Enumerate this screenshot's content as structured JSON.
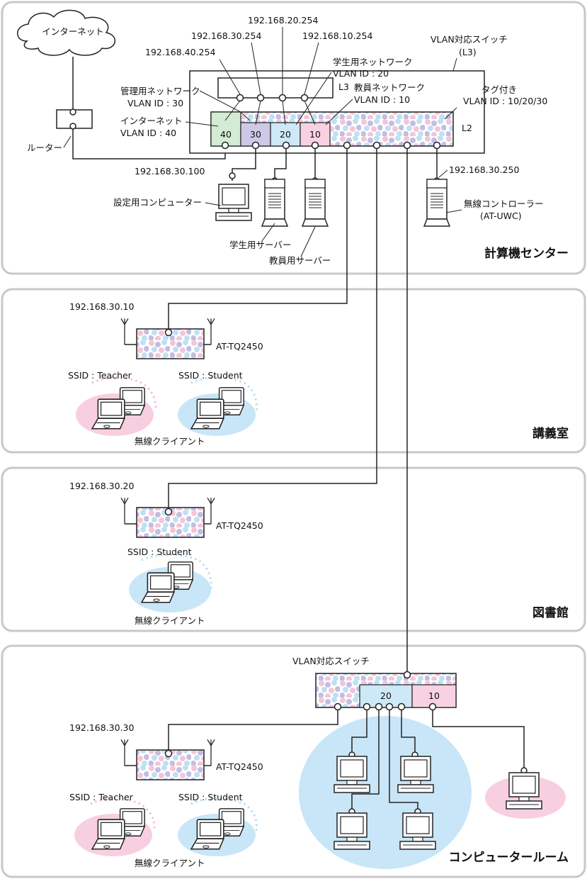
{
  "rooms": {
    "center": "計算機センター",
    "lecture": "講義室",
    "library": "図書館",
    "computer_room": "コンピュータールーム"
  },
  "center": {
    "internet": "インターネット",
    "router": "ルーター",
    "l3_switch_title": "VLAN対応スイッチ",
    "l3_switch_subtitle": "(L3)",
    "l3_label": "L3",
    "l2_label": "L2",
    "ip_40": "192.168.40.254",
    "ip_30": "192.168.30.254",
    "ip_20": "192.168.20.254",
    "ip_10": "192.168.10.254",
    "mgmt_net": "管理用ネットワーク",
    "mgmt_vlan": "VLAN ID : 30",
    "inet_net": "インターネット",
    "inet_vlan": "VLAN ID : 40",
    "student_net": "学生用ネットワーク",
    "student_vlan": "VLAN ID : 20",
    "teacher_net": "教員ネットワーク",
    "teacher_vlan": "VLAN ID : 10",
    "tagged": "タグ付き",
    "tagged_vlan": "VLAN ID : 10/20/30",
    "vlan_40": "40",
    "vlan_30": "30",
    "vlan_20": "20",
    "vlan_10": "10",
    "config_ip": "192.168.30.100",
    "config_pc": "設定用コンピューター",
    "student_server": "学生用サーバー",
    "teacher_server": "教員用サーバー",
    "uwc_ip": "192.168.30.250",
    "uwc_name": "無線コントローラー",
    "uwc_model": "(AT-UWC)"
  },
  "lecture": {
    "ap_ip": "192.168.30.10",
    "ap_model": "AT-TQ2450",
    "ssid_teacher": "SSID : Teacher",
    "ssid_student": "SSID : Student",
    "clients": "無線クライアント"
  },
  "library": {
    "ap_ip": "192.168.30.20",
    "ap_model": "AT-TQ2450",
    "ssid_student": "SSID : Student",
    "clients": "無線クライアント"
  },
  "computer_room": {
    "switch_title": "VLAN対応スイッチ",
    "vlan_20": "20",
    "vlan_10": "10",
    "ap_ip": "192.168.30.30",
    "ap_model": "AT-TQ2450",
    "ssid_teacher": "SSID : Teacher",
    "ssid_student": "SSID : Student",
    "clients": "無線クライアント"
  },
  "colors": {
    "vlan40": "#d3ecd3",
    "vlan30": "#cfc8e6",
    "vlan20": "#cde8f7",
    "vlan10": "#f8d2e2",
    "teacher_zone": "#f7cfe0",
    "student_zone": "#c8e6f7",
    "panel_border": "#c8c8c8"
  }
}
